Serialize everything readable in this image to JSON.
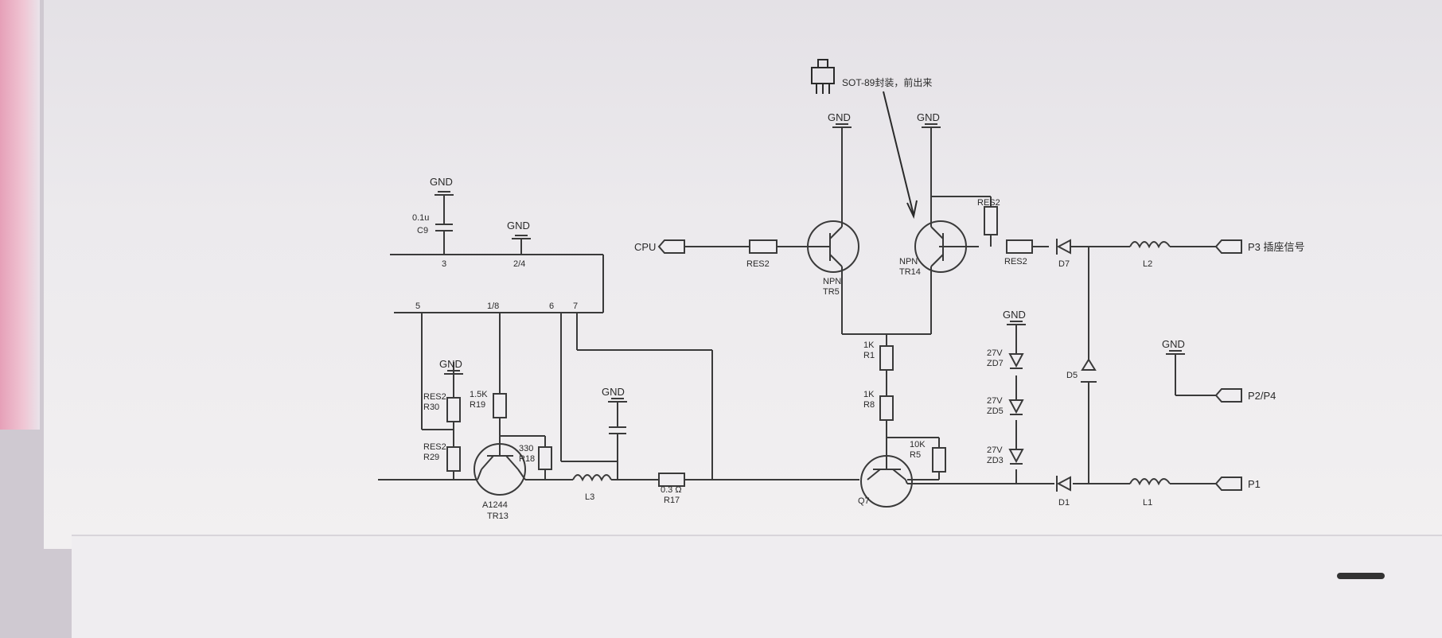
{
  "connectors": {
    "p1": "P1",
    "p2p4": "P2/P4",
    "p3": "P3 插座信号",
    "cpu": "CPU"
  },
  "annotation": "SOT-89封装，前出来",
  "gnd_label": "GND",
  "transistors": {
    "tr5_name": "TR5",
    "tr5_type": "NPN",
    "tr14_name": "TR14",
    "tr14_type": "NPN",
    "q7_name": "Q7",
    "tr13_name": "TR13",
    "tr13_part": "A1244"
  },
  "resistors": {
    "res2_cpu": "RES2",
    "res2_tr14": "RES2",
    "res2_d7": "RES2",
    "r1_name": "R1",
    "r1_value": "1K",
    "r8_name": "R8",
    "r8_value": "1K",
    "r5_name": "R5",
    "r5_value": "10K",
    "r17_name": "R17",
    "r17_value": "0.3 Ω",
    "r18_name": "R18",
    "r18_value": "330",
    "r19_name": "R19",
    "r19_value": "1.5K",
    "r29_name": "R29",
    "r29_value": "RES2",
    "r30_name": "R30",
    "r30_value": "RES2"
  },
  "zeners": {
    "zd7_name": "ZD7",
    "zd7_value": "27V",
    "zd5_name": "ZD5",
    "zd5_value": "27V",
    "zd3_name": "ZD3",
    "zd3_value": "27V"
  },
  "diodes": {
    "d1": "D1",
    "d7": "D7",
    "d5": "D5"
  },
  "inductors": {
    "l1": "L1",
    "l2": "L2",
    "l3": "L3"
  },
  "capacitor": {
    "c9_name": "C9",
    "c9_value": "0.1u"
  },
  "ic_pins": {
    "pin3": "3",
    "pin24": "2/4",
    "pin5": "5",
    "pin18": "1/8",
    "pin6": "6",
    "pin7": "7"
  }
}
